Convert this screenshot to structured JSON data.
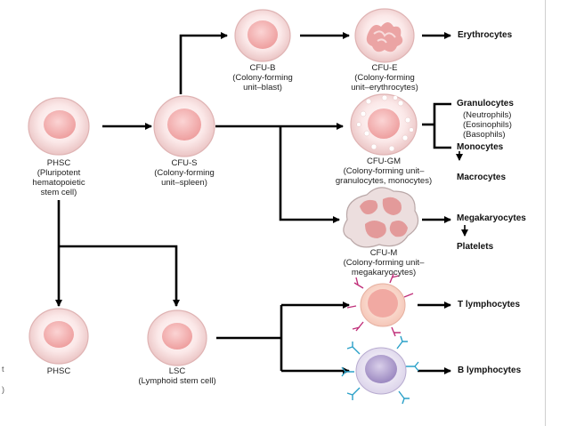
{
  "cells": {
    "phsc_top": {
      "label": "PHSC",
      "line2": "(Pluripotent",
      "line3": "hematopoietic",
      "line4": "stem cell)"
    },
    "cfu_s": {
      "label": "CFU-S",
      "line2": "(Colony-forming",
      "line3": "unit–spleen)"
    },
    "cfu_b": {
      "label": "CFU-B",
      "line2": "(Colony-forming",
      "line3": "unit–blast)"
    },
    "cfu_e": {
      "label": "CFU-E",
      "line2": "(Colony-forming",
      "line3": "unit–erythrocytes)"
    },
    "cfu_gm": {
      "label": "CFU-GM",
      "line2": "(Colony-forming unit–",
      "line3": "granulocytes, monocytes)"
    },
    "cfu_m": {
      "label": "CFU-M",
      "line2": "(Colony-forming unit–",
      "line3": "megakaryocytes)"
    },
    "phsc_bottom": {
      "label": "PHSC"
    },
    "lsc": {
      "label": "LSC",
      "line2": "(Lymphoid stem cell)"
    }
  },
  "outputs": {
    "erythrocytes": "Erythrocytes",
    "granulocytes": "Granulocytes",
    "neutrophils": "(Neutrophils)",
    "eosinophils": "(Eosinophils)",
    "basophils": "(Basophils)",
    "monocytes": "Monocytes",
    "macrocytes": "Macrocytes",
    "megakaryocytes": "Megakaryocytes",
    "platelets": "Platelets",
    "t_lymphocytes": "T lymphocytes",
    "b_lymphocytes": "B lymphocytes"
  },
  "edge_fragments": {
    "f1": "t",
    "f2": ")"
  },
  "colors": {
    "cell_fill": "#f6dada",
    "cell_edge": "#d9a9a9",
    "nucleus": "#f2b8b8",
    "granule_dots": "#ffffff",
    "megakaryocyte_fragment": "#e39a9a",
    "t_cell_projections": "#c0307a",
    "b_cell_fill": "#e4ddf0",
    "b_cell_nucleus": "#b9a8d4",
    "b_cell_projections": "#2aa0c8",
    "arrow": "#000000"
  }
}
